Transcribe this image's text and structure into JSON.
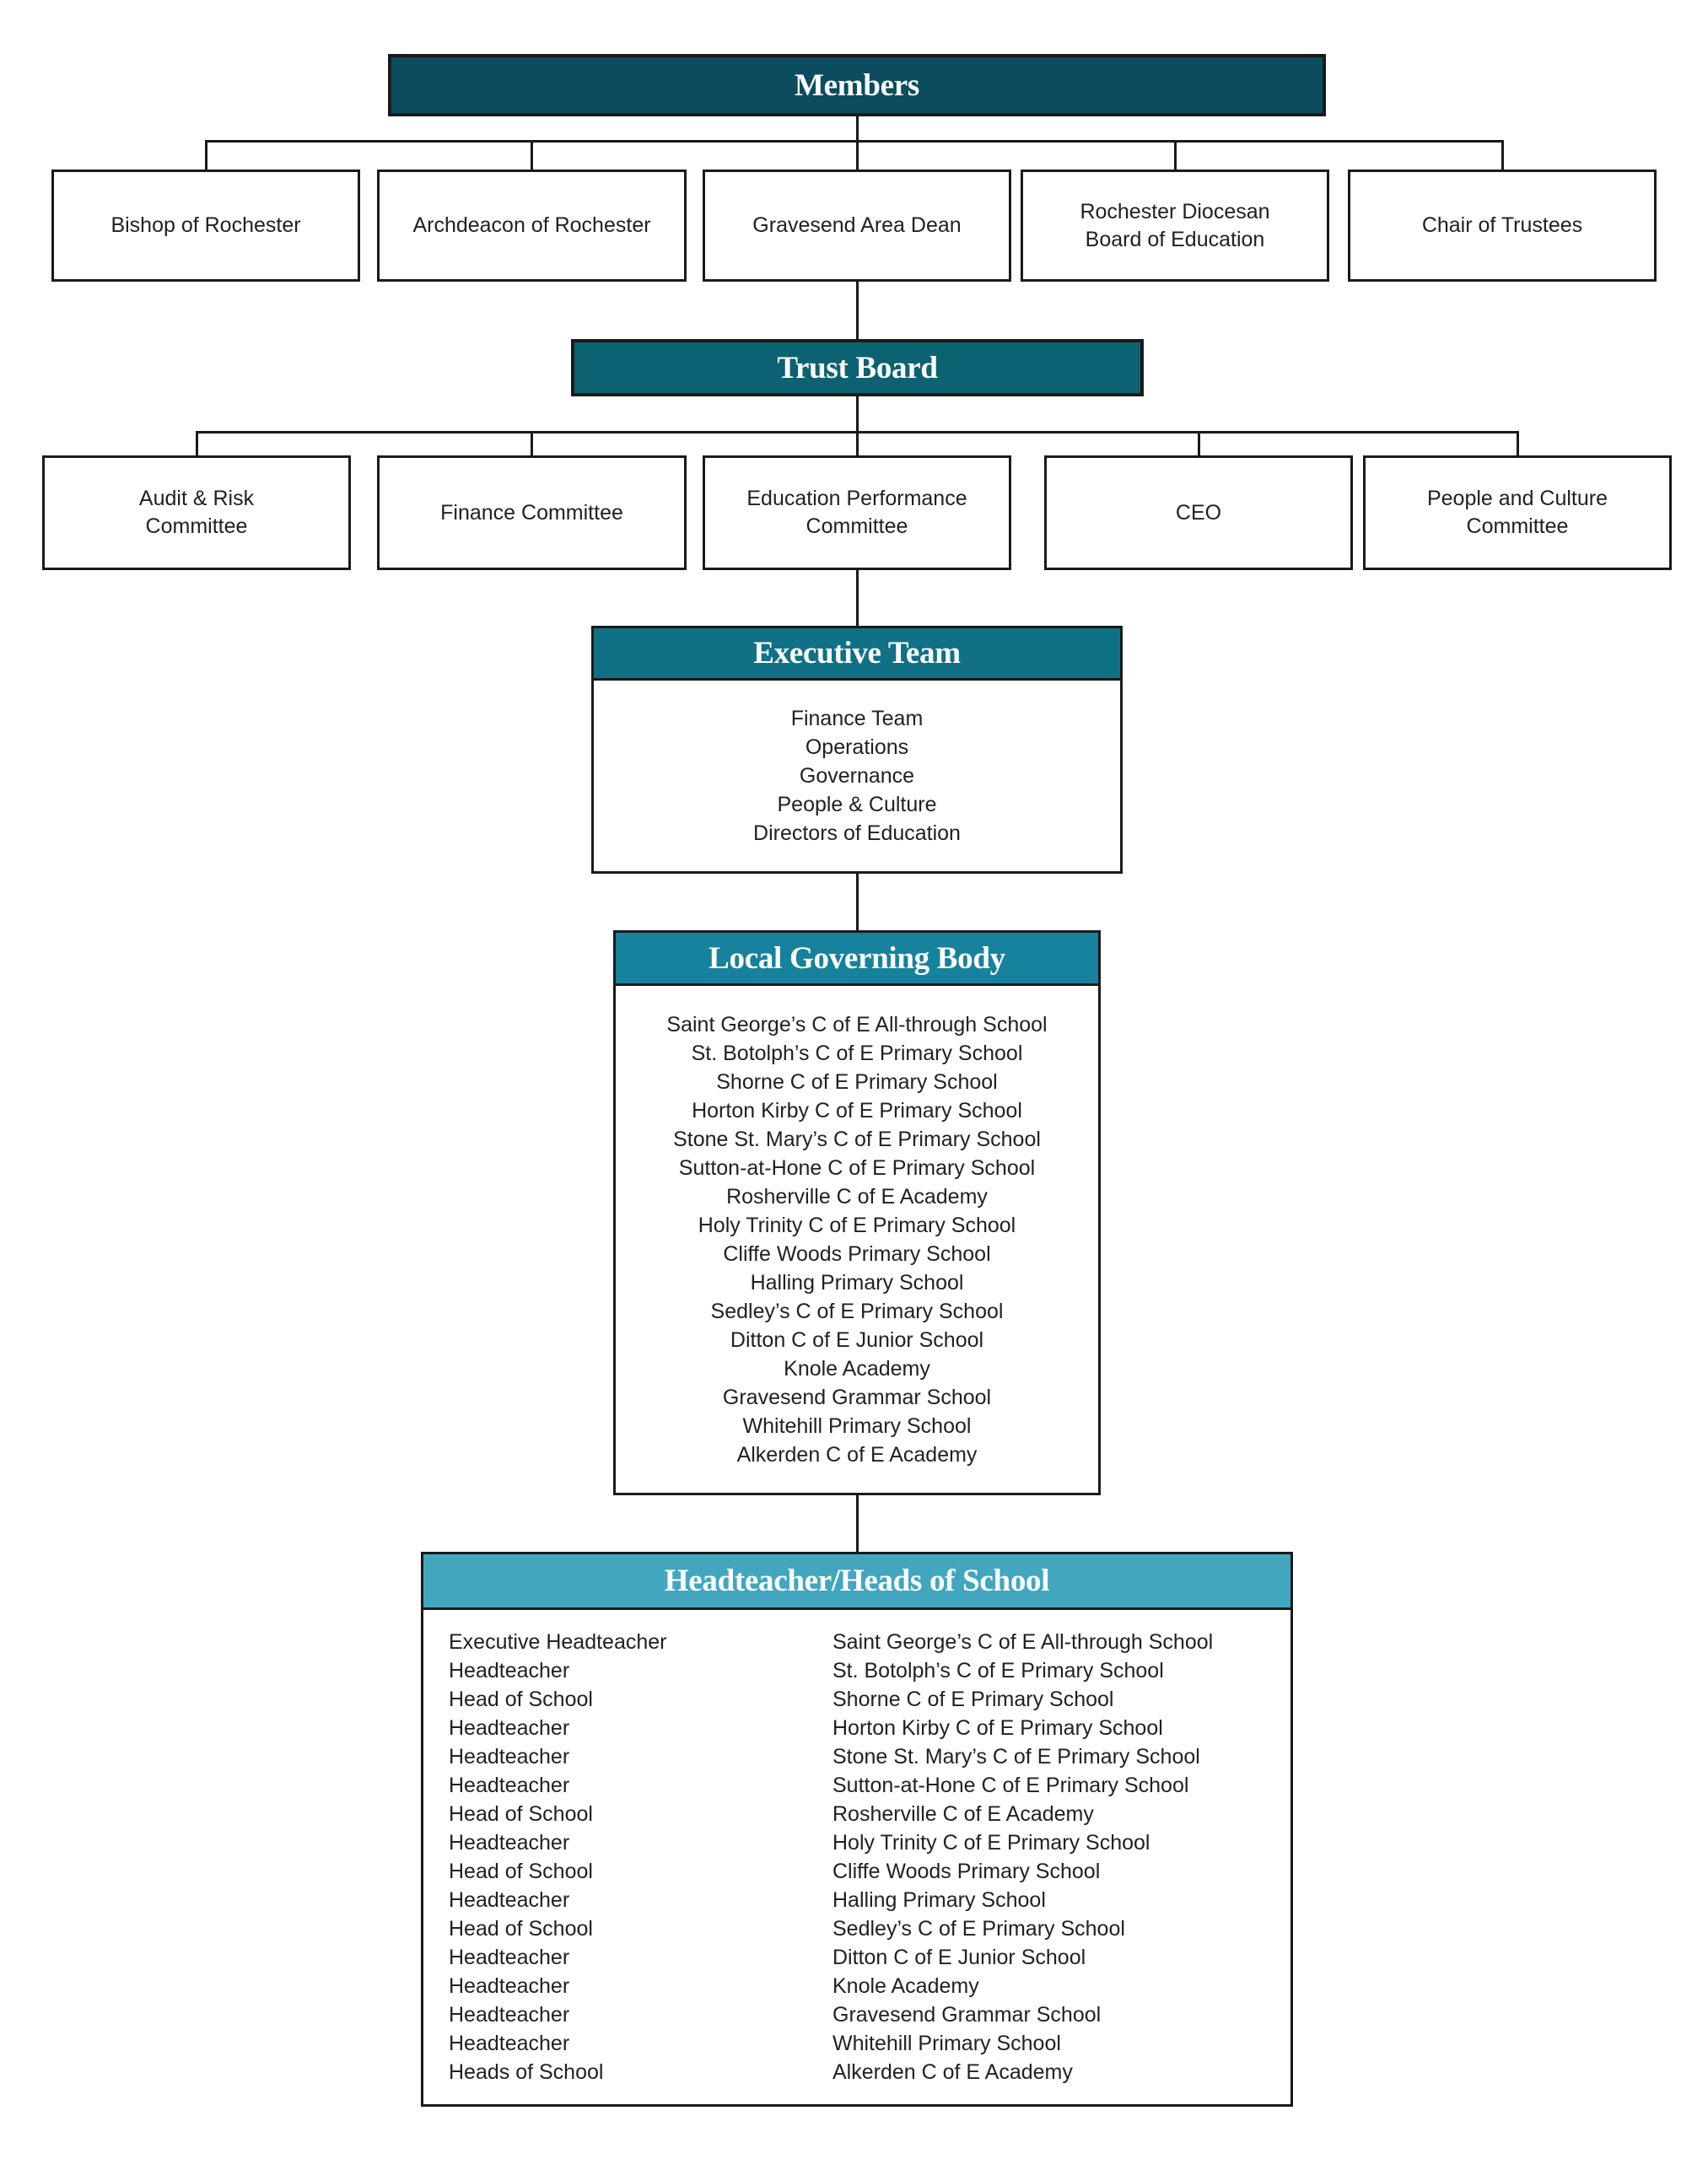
{
  "colors": {
    "members_banner": "#0b4d5e",
    "trust_board_banner": "#0d6272",
    "executive_banner": "#107186",
    "lgb_banner": "#16829b",
    "headteacher_banner": "#42a7be",
    "connector_line": "#1a1a1a",
    "box_border": "#1a1a1a",
    "banner_text": "#ffffff",
    "body_text": "#212121"
  },
  "org": {
    "members": {
      "title": "Members",
      "children": [
        {
          "label": "Bishop of Rochester"
        },
        {
          "label": "Archdeacon of Rochester"
        },
        {
          "label": "Gravesend Area Dean"
        },
        {
          "label": "Rochester Diocesan\nBoard of Education"
        },
        {
          "label": "Chair of Trustees"
        }
      ]
    },
    "trust_board": {
      "title": "Trust Board",
      "children": [
        {
          "label": "Audit & Risk\nCommittee"
        },
        {
          "label": "Finance Committee"
        },
        {
          "label": "Education Performance\nCommittee"
        },
        {
          "label": "CEO"
        },
        {
          "label": "People and Culture\nCommittee"
        }
      ]
    },
    "executive_team": {
      "title": "Executive Team",
      "items": [
        "Finance Team",
        "Operations",
        "Governance",
        "People & Culture",
        "Directors of Education"
      ]
    },
    "local_governing_body": {
      "title": "Local Governing Body",
      "schools": [
        "Saint George’s C of E All-through School",
        "St. Botolph’s C of E Primary School",
        "Shorne C of E Primary School",
        "Horton Kirby C of E Primary School",
        "Stone St. Mary’s C of E Primary School",
        "Sutton-at-Hone C of E Primary School",
        "Rosherville C of E Academy",
        "Holy Trinity C of E Primary School",
        "Cliffe Woods Primary School",
        "Halling Primary School",
        "Sedley’s C of E Primary School",
        "Ditton C of E Junior School",
        "Knole Academy",
        "Gravesend Grammar School",
        "Whitehill Primary School",
        "Alkerden C of E Academy"
      ]
    },
    "headteachers": {
      "title": "Headteacher/Heads of School",
      "rows": [
        {
          "role": "Executive Headteacher",
          "school": "Saint George’s C of E All-through School"
        },
        {
          "role": "Headteacher",
          "school": "St. Botolph’s C of E Primary School"
        },
        {
          "role": "Head of School",
          "school": "Shorne C of E Primary School"
        },
        {
          "role": "Headteacher",
          "school": "Horton Kirby C of E Primary School"
        },
        {
          "role": "Headteacher",
          "school": "Stone St. Mary’s C of E Primary School"
        },
        {
          "role": "Headteacher",
          "school": "Sutton-at-Hone C of E Primary School"
        },
        {
          "role": "Head of School",
          "school": "Rosherville C of E Academy"
        },
        {
          "role": "Headteacher",
          "school": "Holy Trinity C of E Primary School"
        },
        {
          "role": "Head of School",
          "school": "Cliffe Woods Primary School"
        },
        {
          "role": "Headteacher",
          "school": "Halling Primary School"
        },
        {
          "role": "Head of School",
          "school": "Sedley’s C of E Primary School"
        },
        {
          "role": "Headteacher",
          "school": "Ditton C of E Junior School"
        },
        {
          "role": "Headteacher",
          "school": "Knole Academy"
        },
        {
          "role": "Headteacher",
          "school": "Gravesend Grammar School"
        },
        {
          "role": "Headteacher",
          "school": "Whitehill Primary School"
        },
        {
          "role": "Heads of School",
          "school": "Alkerden C of E Academy"
        }
      ]
    }
  }
}
